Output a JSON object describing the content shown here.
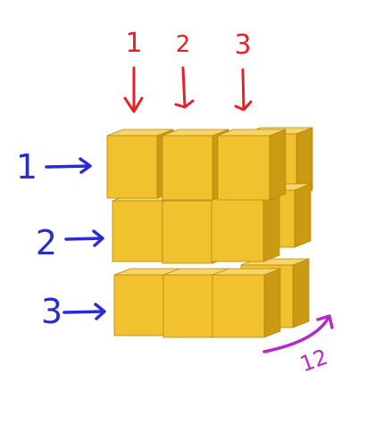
{
  "column_labels": [
    "1",
    "2",
    "3"
  ],
  "row_labels": [
    "1",
    "2",
    "3"
  ],
  "back_label": "12",
  "colors": {
    "column_arrows": "#e8202a",
    "row_arrows": "#2b2bd6",
    "back_arrow": "#b62ac9",
    "cube_front": "#f2c12e",
    "cube_side": "#c99a12",
    "cube_top": "#f7d56a",
    "cube_edge": "#b38a10"
  }
}
